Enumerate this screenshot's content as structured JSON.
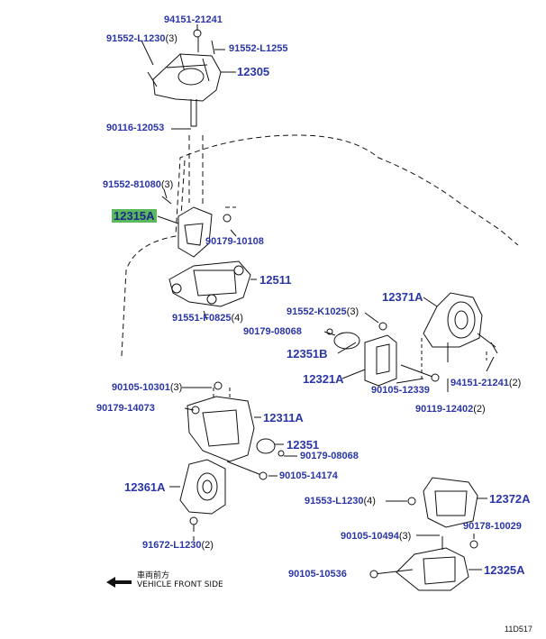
{
  "parts": {
    "p94151_21241_top": "94151-21241",
    "p91552_L1230": "91552-L1230",
    "p91552_L1230_qty": "(3)",
    "p91552_L1255": "91552-L1255",
    "p12305": "12305",
    "p90116_12053": "90116-12053",
    "p91552_81080": "91552-81080",
    "p91552_81080_qty": "(3)",
    "p12315A": "12315A",
    "p90179_10108": "90179-10108",
    "p12511": "12511",
    "p91551_F0825": "91551-F0825",
    "p91551_F0825_qty": "(4)",
    "p12371A": "12371A",
    "p91552_K1025": "91552-K1025",
    "p91552_K1025_qty": "(3)",
    "p90179_08068_a": "90179-08068",
    "p12351B": "12351B",
    "p12321A": "12321A",
    "p90105_12339": "90105-12339",
    "p94151_21241_right": "94151-21241",
    "p94151_21241_right_qty": "(2)",
    "p90119_12402": "90119-12402",
    "p90119_12402_qty": "(2)",
    "p90105_10301": "90105-10301",
    "p90105_10301_qty": "(3)",
    "p90179_14073": "90179-14073",
    "p12311A": "12311A",
    "p12351": "12351",
    "p90179_08068_b": "90179-08068",
    "p90105_14174": "90105-14174",
    "p12361A": "12361A",
    "p91553_L1230": "91553-L1230",
    "p91553_L1230_qty": "(4)",
    "p12372A": "12372A",
    "p90178_10029": "90178-10029",
    "p90105_10494": "90105-10494",
    "p90105_10494_qty": "(3)",
    "p91672_L1230": "91672-L1230",
    "p91672_L1230_qty": "(2)",
    "p90105_10536": "90105-10536",
    "p12325A": "12325A"
  },
  "direction": {
    "jp": "車両前方",
    "en": "VEHICLE FRONT SIDE"
  },
  "figure_code": "11D517",
  "colors": {
    "label_blue": "#2a36a8",
    "highlight_green": "#5cb85c",
    "line": "#111111"
  }
}
